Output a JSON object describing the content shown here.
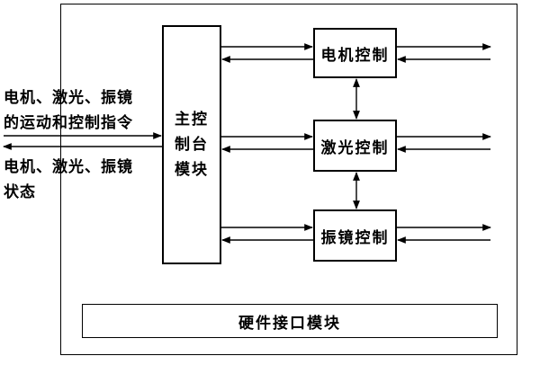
{
  "diagram": {
    "external_input_text": [
      "电机、激光、振镜",
      "的运动和控制指令"
    ],
    "external_status_text": [
      "电机、激光、振镜",
      "状态"
    ],
    "main_module_lines": [
      "主控",
      "制台",
      "模块"
    ],
    "motor_control": "电机控制",
    "laser_control": "激光控制",
    "galvo_control": "振镜控制",
    "hardware_interface": "硬件接口模块"
  }
}
